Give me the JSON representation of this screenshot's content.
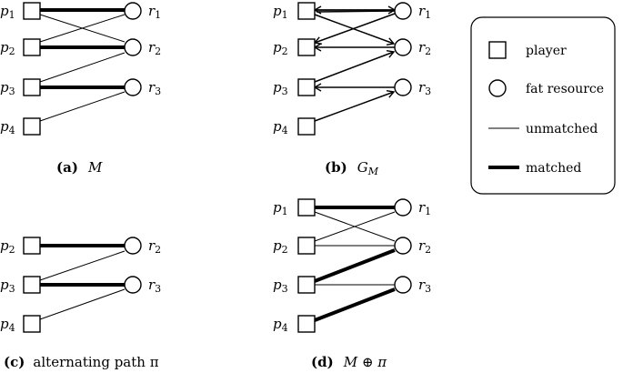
{
  "panel_a": {
    "caption_tag": "(a)",
    "caption_text": "M",
    "players": [
      "p1",
      "p2",
      "p3",
      "p4"
    ],
    "resources": [
      "r1",
      "r2",
      "r3"
    ]
  },
  "panel_b": {
    "caption_tag": "(b)",
    "caption_text": "G_M",
    "players": [
      "p1",
      "p2",
      "p3",
      "p4"
    ],
    "resources": [
      "r1",
      "r2",
      "r3"
    ]
  },
  "panel_c": {
    "caption_tag": "(c)",
    "caption_text": "alternating path π",
    "players": [
      "p2",
      "p3",
      "p4"
    ],
    "resources": [
      "r2",
      "r3"
    ]
  },
  "panel_d": {
    "caption_tag": "(d)",
    "caption_text": "M ⊕ π",
    "players": [
      "p1",
      "p2",
      "p3",
      "p4"
    ],
    "resources": [
      "r1",
      "r2",
      "r3"
    ]
  },
  "legend": {
    "player": "player",
    "fat_resource": "fat resource",
    "unmatched": "unmatched",
    "matched": "matched"
  }
}
